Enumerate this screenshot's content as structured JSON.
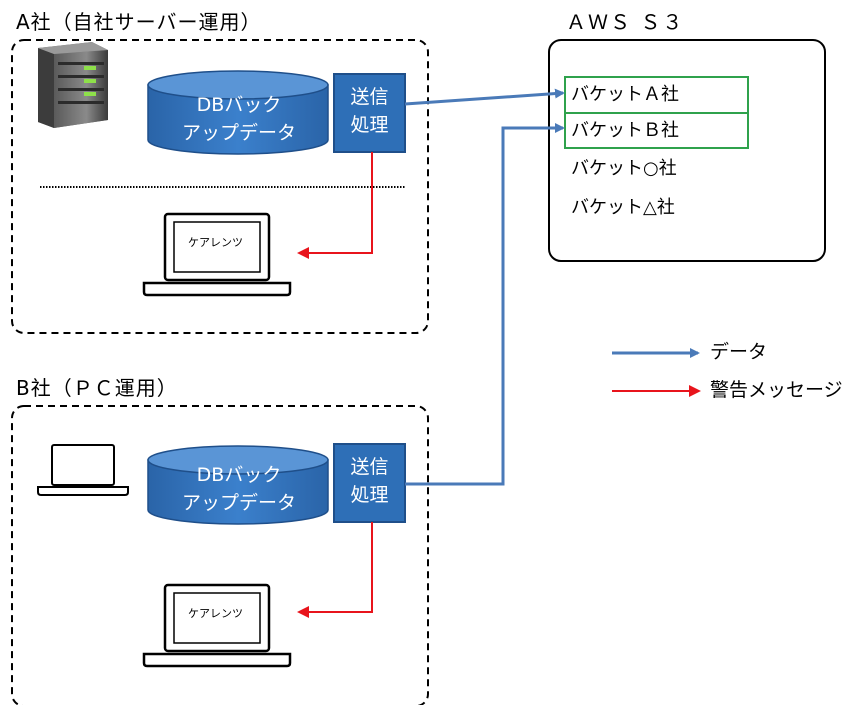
{
  "company_a": {
    "title": "A社（自社サーバー運用）",
    "db_line1": "DBバック",
    "db_line2": "アップデータ",
    "process_line1": "送信",
    "process_line2": "処理",
    "screen_label": "ケアレンツ"
  },
  "company_b": {
    "title": "B社（ＰＣ運用）",
    "db_line1": "DBバック",
    "db_line2": "アップデータ",
    "process_line1": "送信",
    "process_line2": "処理",
    "screen_label": "ケアレンツ"
  },
  "aws": {
    "title": "ＡＷＳ Ｓ３",
    "buckets": [
      "バケットＡ社",
      "バケットＢ社",
      "バケット○社",
      "バケット△社"
    ]
  },
  "legend": {
    "data_label": "データ",
    "warning_label": "警告メッセージ"
  },
  "colors": {
    "data_arrow": "#4a7ab8",
    "warning_arrow": "#e8141c",
    "db_fill": "#2e6fb7",
    "process_fill": "#2e6fb7",
    "bucket_border": "#2fa24c"
  }
}
